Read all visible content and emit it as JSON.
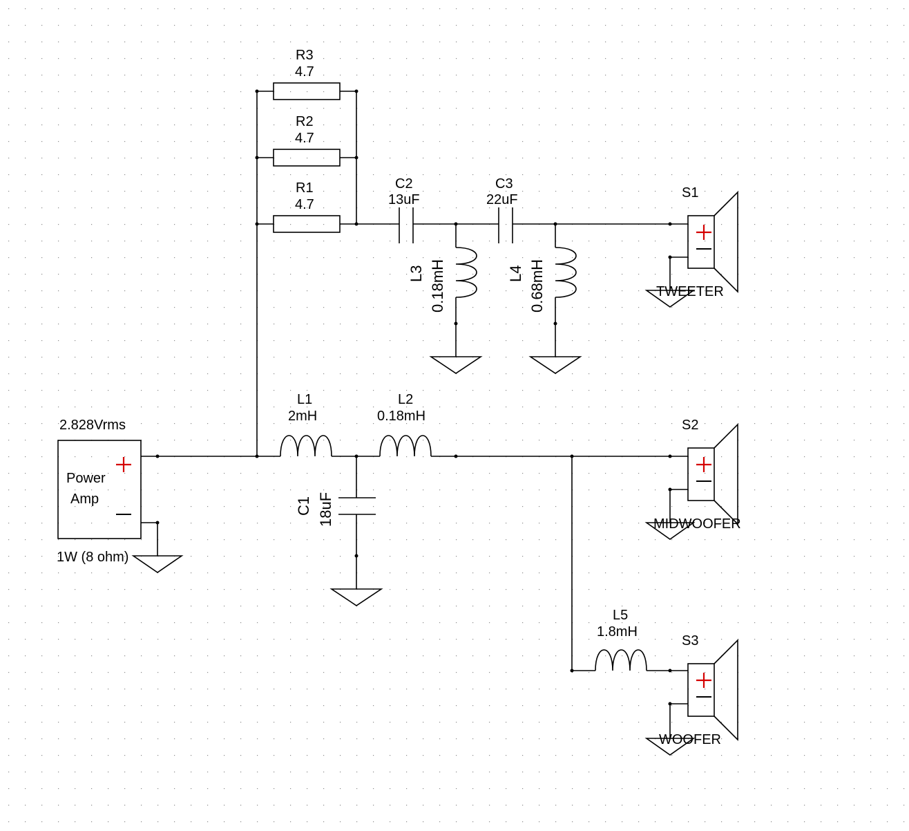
{
  "diagram": {
    "source": {
      "label_line1": "Power",
      "label_line2": "Amp",
      "voltage": "2.828Vrms",
      "power": "1W (8 ohm)"
    },
    "resistors": [
      {
        "name": "R3",
        "value": "4.7"
      },
      {
        "name": "R2",
        "value": "4.7"
      },
      {
        "name": "R1",
        "value": "4.7"
      }
    ],
    "capacitors": [
      {
        "name": "C2",
        "value": "13uF"
      },
      {
        "name": "C3",
        "value": "22uF"
      },
      {
        "name": "C1",
        "value": "18uF"
      }
    ],
    "inductors": [
      {
        "name": "L1",
        "value": "2mH"
      },
      {
        "name": "L2",
        "value": "0.18mH"
      },
      {
        "name": "L3",
        "value": "0.18mH"
      },
      {
        "name": "L4",
        "value": "0.68mH"
      },
      {
        "name": "L5",
        "value": "1.8mH"
      }
    ],
    "speakers": [
      {
        "name": "S1",
        "label": "TWEETER"
      },
      {
        "name": "S2",
        "label": "MIDWOOFER"
      },
      {
        "name": "S3",
        "label": "WOOFER"
      }
    ],
    "colors": {
      "grid_dot": "#8a8a8a",
      "wire": "#000000",
      "plus": "#d40000"
    }
  }
}
